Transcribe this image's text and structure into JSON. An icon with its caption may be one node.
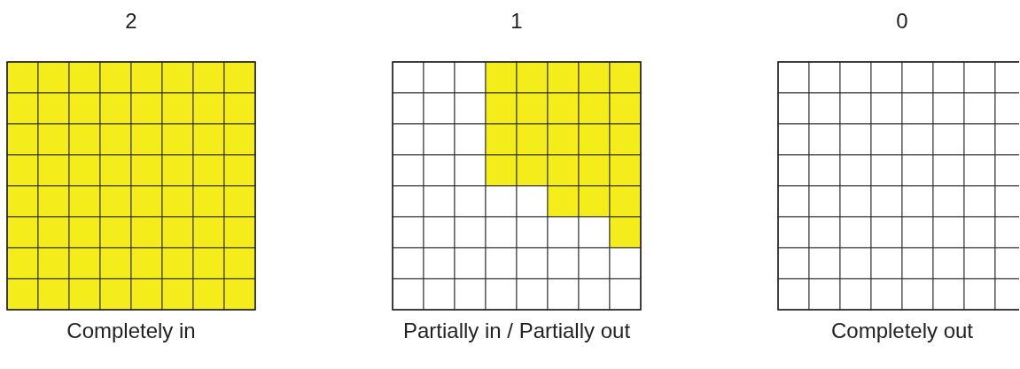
{
  "diagram": {
    "labels": [
      "2",
      "1",
      "0",
      "Completely in",
      "Partially in / Partially out",
      "Completely out"
    ]
  }
}
